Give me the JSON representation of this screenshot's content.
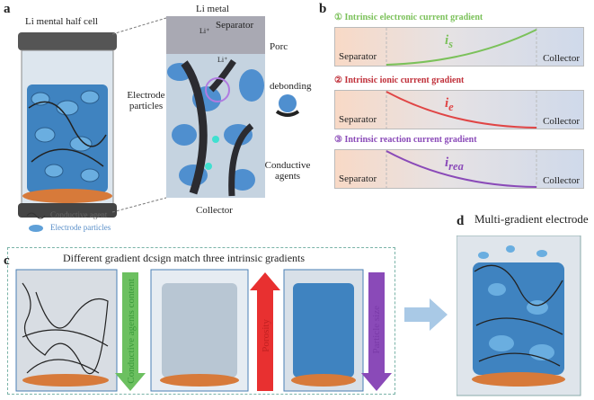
{
  "panels": {
    "a": "a",
    "b": "b",
    "c": "c",
    "d": "d"
  },
  "a": {
    "title": "Li mental half cell",
    "li_metal": "Li metal",
    "separator": "Separator",
    "li_ion": "Li⁺",
    "pore": "Porc",
    "debonding": "debonding",
    "electrode_particles": "Electrode particles",
    "conductive_agents": "Conductive agents",
    "collector": "Collector",
    "legend": {
      "agent": "Conductive agent",
      "particles": "Electrode particles"
    }
  },
  "b": {
    "rows": [
      {
        "num": "①",
        "title": "Intrinsic electronic current gradient",
        "symbol": "i",
        "sub": "s",
        "color": "#7bc15a"
      },
      {
        "num": "②",
        "title": "Intrinsic ionic current gradient",
        "symbol": "i",
        "sub": "e",
        "color": "#e04545"
      },
      {
        "num": "③",
        "title": "Intrinsic reaction current gradient",
        "symbol": "i",
        "sub": "rea",
        "color": "#8a4ab8"
      }
    ],
    "separator": "Separator",
    "collector": "Collector"
  },
  "c": {
    "title": "Different gradient dcsign match three intrinsic gradients",
    "arrows": [
      "Conductive agents content",
      "Porosity",
      "Particle size"
    ]
  },
  "d": {
    "title": "Multi-gradient electrode"
  }
}
